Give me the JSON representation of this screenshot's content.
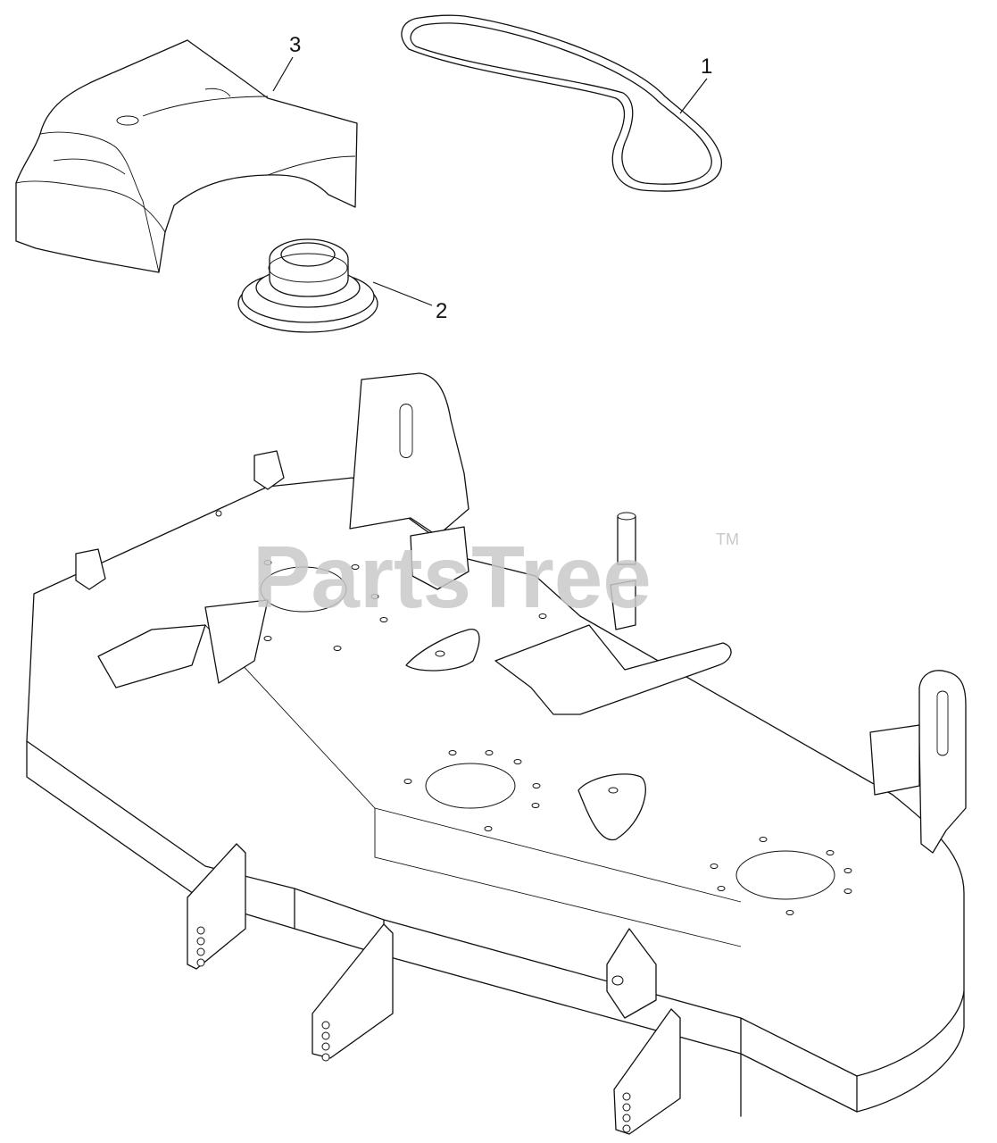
{
  "diagram": {
    "callouts": [
      {
        "number": "1",
        "part": "belt"
      },
      {
        "number": "2",
        "part": "pulley"
      },
      {
        "number": "3",
        "part": "belt-cover"
      }
    ]
  },
  "watermark": {
    "text": "PartsTree",
    "trademark": "TM"
  }
}
